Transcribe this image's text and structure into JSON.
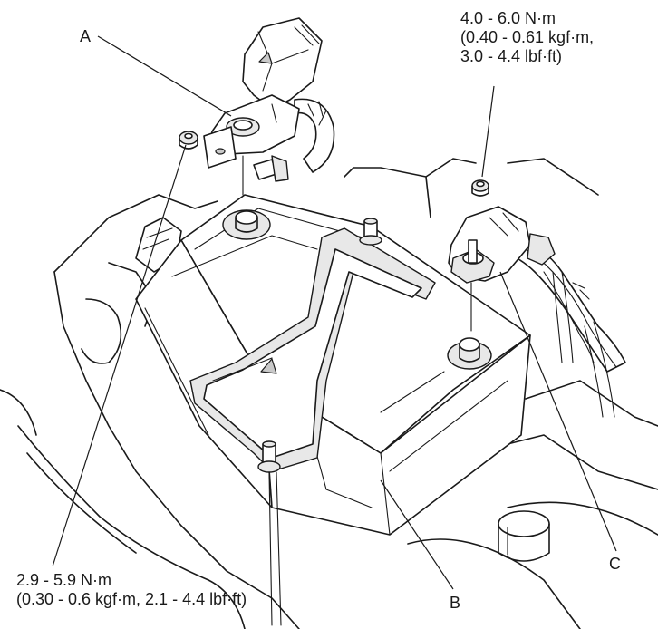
{
  "labels": {
    "a": "A",
    "b": "B",
    "c": "C"
  },
  "torque_top": {
    "line1": "4.0 - 6.0 N·m",
    "line2": "(0.40 - 0.61 kgf·m,",
    "line3": "3.0 - 4.4 lbf·ft)"
  },
  "torque_bottom": {
    "line1": "2.9 - 5.9 N·m",
    "line2": "(0.30 - 0.6 kgf·m, 2.1 - 4.4 lbf·ft)"
  }
}
